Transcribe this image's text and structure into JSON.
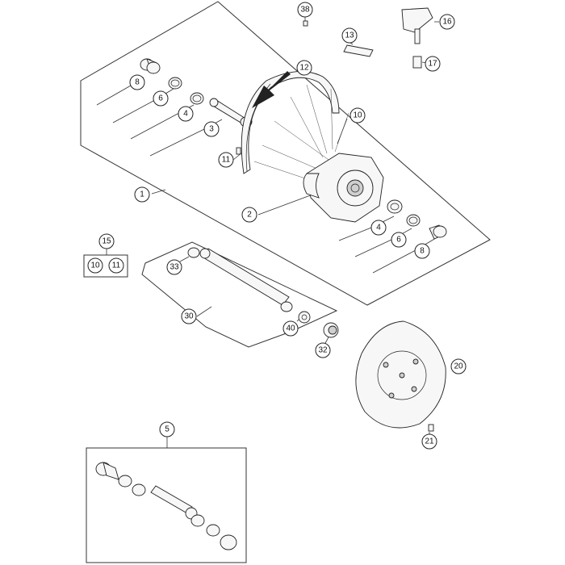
{
  "callouts": [
    {
      "id": "c38",
      "label": "38"
    },
    {
      "id": "c16",
      "label": "16"
    },
    {
      "id": "c13",
      "label": "13"
    },
    {
      "id": "c17",
      "label": "17"
    },
    {
      "id": "c12",
      "label": "12"
    },
    {
      "id": "c8a",
      "label": "8"
    },
    {
      "id": "c6a",
      "label": "6"
    },
    {
      "id": "c4a",
      "label": "4"
    },
    {
      "id": "c3",
      "label": "3"
    },
    {
      "id": "c10a",
      "label": "10"
    },
    {
      "id": "c11a",
      "label": "11"
    },
    {
      "id": "c1",
      "label": "1"
    },
    {
      "id": "c2",
      "label": "2"
    },
    {
      "id": "c4b",
      "label": "4"
    },
    {
      "id": "c6b",
      "label": "6"
    },
    {
      "id": "c8b",
      "label": "8"
    },
    {
      "id": "c15",
      "label": "15"
    },
    {
      "id": "c10b",
      "label": "10"
    },
    {
      "id": "c11b",
      "label": "11"
    },
    {
      "id": "c33",
      "label": "33"
    },
    {
      "id": "c30",
      "label": "30"
    },
    {
      "id": "c40",
      "label": "40"
    },
    {
      "id": "c32",
      "label": "32"
    },
    {
      "id": "c20",
      "label": "20"
    },
    {
      "id": "c21",
      "label": "21"
    },
    {
      "id": "c5",
      "label": "5"
    }
  ],
  "colors": {
    "line": "#333333",
    "background": "#ffffff",
    "part_fill": "#f7f7f7",
    "accent_dark": "#cfcfcf"
  }
}
